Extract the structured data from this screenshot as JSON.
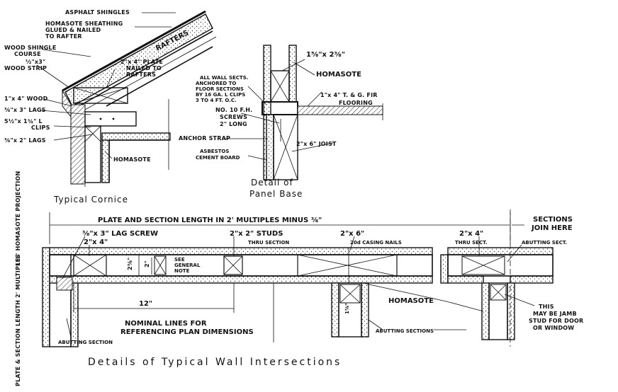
{
  "cornice": {
    "title": "Typical Cornice",
    "labels": {
      "asphalt_shingles": "ASPHALT SHINGLES",
      "homasote_sheathing_1": "HOMASOTE SHEATHING",
      "homasote_sheathing_2": "GLUED & NAILED",
      "homasote_sheathing_3": "TO RAFTER",
      "rafters": "RAFTERS",
      "wood_shingle_1": "WOOD SHINGLE",
      "wood_shingle_2": "COURSE",
      "wood_strip_1": "½\"x3\"",
      "wood_strip_2": "WOOD STRIP",
      "plate_1": "2\"x 4\" PLATE",
      "plate_2": "NAILED TO",
      "plate_3": "RAFTERS",
      "wood_1x4": "1\"x 4\" WOOD",
      "lags_3": "⅜\"x 3\" LAGS",
      "clips_1": "5½\"x 1¾\" L",
      "clips_2": "CLIPS",
      "lags_2": "⅜\"x 2\" LAGS",
      "homasote": "HOMASOTE"
    }
  },
  "panel_base": {
    "title_1": "Detail of",
    "title_2": "Panel Base",
    "labels": {
      "dim_top": "1⅝\"x 2⅜\"",
      "homasote": "HOMASOTE",
      "anchored_1": "ALL WALL SECTS.",
      "anchored_2": "ANCHORED TO",
      "anchored_3": "FLOOR SECTIONS",
      "anchored_4": "BY 16 GA. L CLIPS",
      "anchored_5": "3 TO 4 FT. O.C.",
      "flooring_1": "1\"x 4\" T. & G. FIR",
      "flooring_2": "FLOORING",
      "screws_1": "NO. 10 F.H.",
      "screws_2": "SCREWS",
      "screws_3": "2\" LONG",
      "joist": "2\"x 6\" JOIST",
      "anchor_strap": "ANCHOR STRAP",
      "asbestos_1": "ASBESTOS",
      "asbestos_2": "CEMENT BOARD"
    }
  },
  "wall": {
    "title": "Details of Typical Wall Intersections",
    "labels": {
      "plate_length": "PLATE AND SECTION LENGTH IN 2' MULTIPLES MINUS ⅜\"",
      "sections_join_1": "SECTIONS",
      "sections_join_2": "JOIN HERE",
      "lag_screw": "⅜\"x 3\" LAG SCREW",
      "two_by_four_left": "2\"x 4\"",
      "studs": "2\"x 2\" STUDS",
      "thru_section": "THRU SECTION",
      "two_by_six": "2\"x 6\"",
      "casing_nails": "20d CASING NAILS",
      "two_by_four_right": "2\"x 4\"",
      "thru_sect": "THRU SECT.",
      "abutting_sect": "ABUTTING SECT.",
      "dim_2_3_8": "2⅜\"",
      "dim_2": "2\"",
      "see_general_1": "SEE",
      "see_general_2": "GENERAL",
      "see_general_3": "NOTE",
      "twelve": "12\"",
      "nominal_1": "NOMINAL LINES FOR",
      "nominal_2": "REFERENCING PLAN DIMENSIONS",
      "abutting_section": "ABUTTING SECTION",
      "abutting_sections": "ABUTTING SECTIONS",
      "homasote": "HOMASOTE",
      "jamb_1": "THIS",
      "jamb_2": "MAY BE JAMB",
      "jamb_3": "STUD FOR DOOR",
      "jamb_4": "OR WINDOW",
      "dim_1_5_8": "1⅝\"",
      "side_projection": "1⅜\" HOMASOTE PROJECTION",
      "side_length": "PLATE & SECTION LENGTH 2' MULTIPLES"
    }
  }
}
